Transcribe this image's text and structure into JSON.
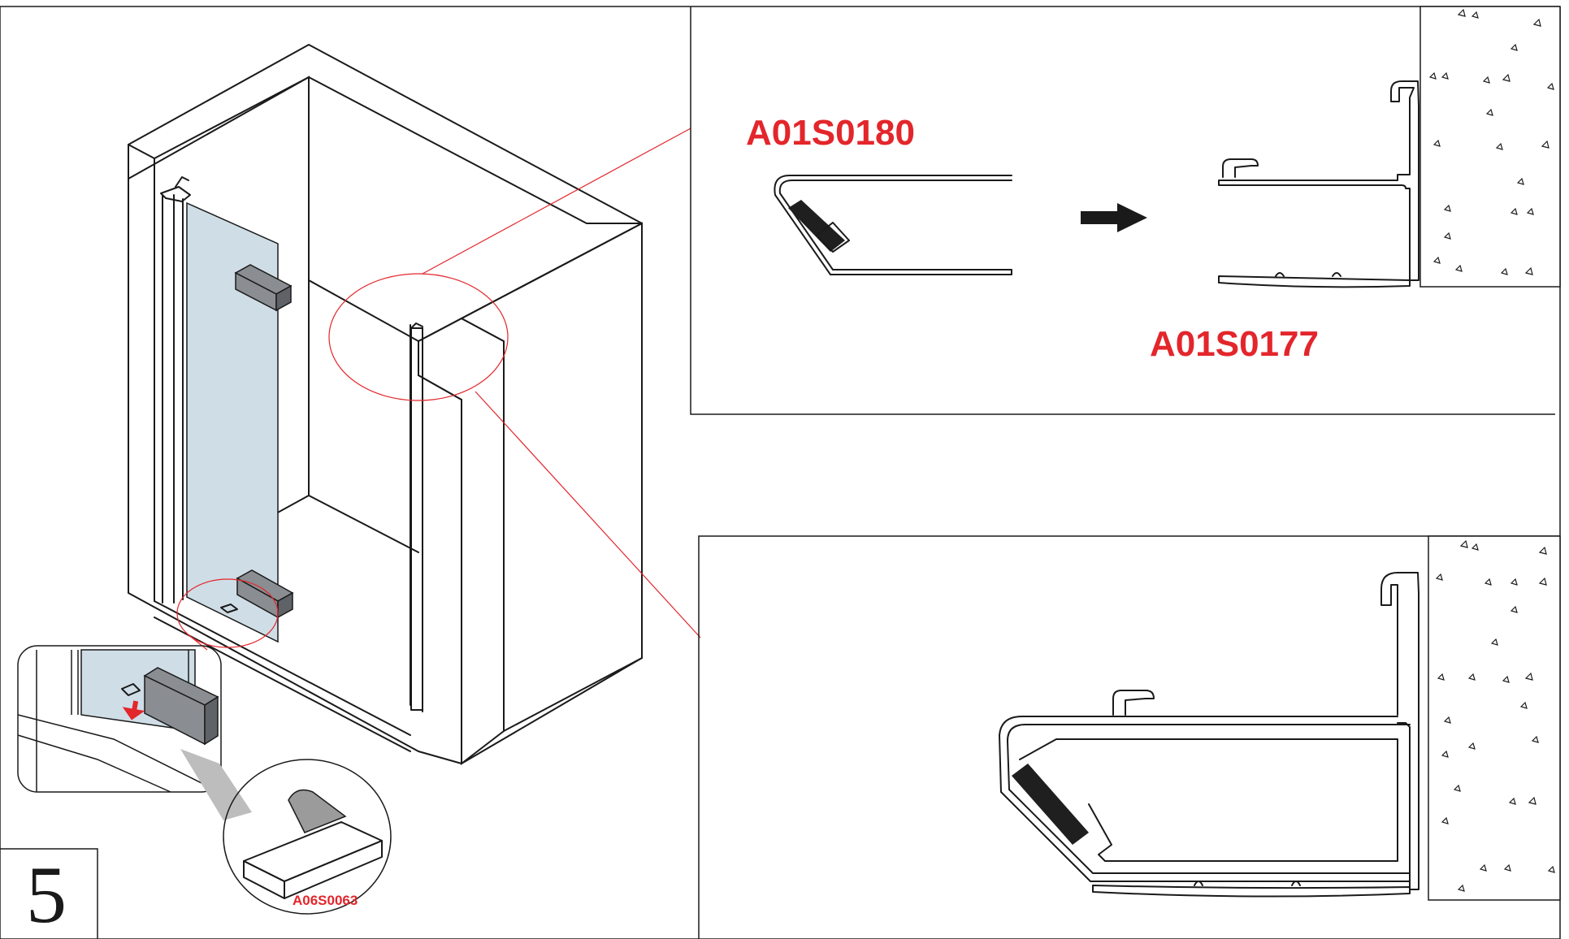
{
  "step": {
    "number": "5"
  },
  "labels": {
    "profile_left": "A01S0180",
    "profile_right": "A01S0177",
    "tape": "A06S0063"
  },
  "colors": {
    "label_red": "#e3262b",
    "glass": "#cfdde6",
    "magnet": "#8a8d92",
    "seal": "#1f1f1f"
  }
}
